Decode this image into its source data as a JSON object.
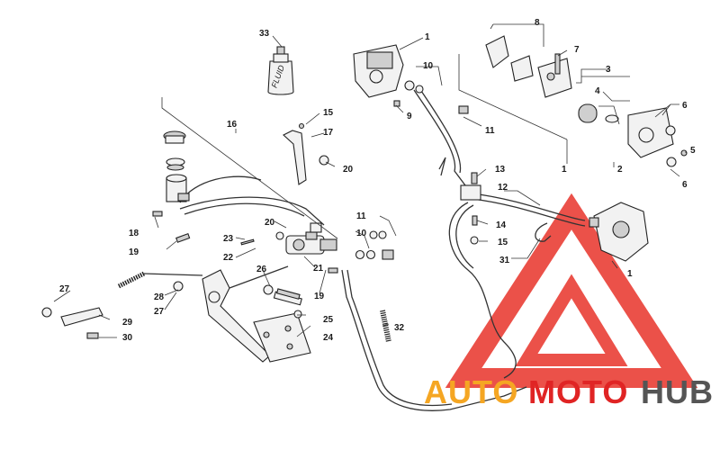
{
  "diagram": {
    "callouts": [
      {
        "id": "c33",
        "text": "33"
      },
      {
        "id": "c1a",
        "text": "1"
      },
      {
        "id": "c8",
        "text": "8"
      },
      {
        "id": "c7",
        "text": "7"
      },
      {
        "id": "c10a",
        "text": "10"
      },
      {
        "id": "c3",
        "text": "3"
      },
      {
        "id": "c4",
        "text": "4"
      },
      {
        "id": "c6a",
        "text": "6"
      },
      {
        "id": "c9",
        "text": "9"
      },
      {
        "id": "c11a",
        "text": "11"
      },
      {
        "id": "c15a",
        "text": "15"
      },
      {
        "id": "c16",
        "text": "16"
      },
      {
        "id": "c17",
        "text": "17"
      },
      {
        "id": "c5",
        "text": "5"
      },
      {
        "id": "c2",
        "text": "2"
      },
      {
        "id": "c1b",
        "text": "1"
      },
      {
        "id": "c20a",
        "text": "20"
      },
      {
        "id": "c13",
        "text": "13"
      },
      {
        "id": "c6b",
        "text": "6"
      },
      {
        "id": "c12",
        "text": "12"
      },
      {
        "id": "c18",
        "text": "18"
      },
      {
        "id": "c11b",
        "text": "11"
      },
      {
        "id": "c14",
        "text": "14"
      },
      {
        "id": "c20b",
        "text": "20"
      },
      {
        "id": "c10b",
        "text": "10"
      },
      {
        "id": "c23",
        "text": "23"
      },
      {
        "id": "c19a",
        "text": "19"
      },
      {
        "id": "c15b",
        "text": "15"
      },
      {
        "id": "c22",
        "text": "22"
      },
      {
        "id": "c31",
        "text": "31"
      },
      {
        "id": "c1c",
        "text": "1"
      },
      {
        "id": "c26",
        "text": "26"
      },
      {
        "id": "c21",
        "text": "21"
      },
      {
        "id": "c27a",
        "text": "27"
      },
      {
        "id": "c28",
        "text": "28"
      },
      {
        "id": "c19b",
        "text": "19"
      },
      {
        "id": "c27b",
        "text": "27"
      },
      {
        "id": "c25",
        "text": "25"
      },
      {
        "id": "c29",
        "text": "29"
      },
      {
        "id": "c32",
        "text": "32"
      },
      {
        "id": "c24",
        "text": "24"
      },
      {
        "id": "c30",
        "text": "30"
      }
    ],
    "bottle_label": "FLUID"
  },
  "watermark": {
    "part1": "AUTO",
    "part2": "MOTO",
    "part3": "HUB",
    "color1": "#f5a623",
    "color2": "#e02424",
    "color3": "#555555",
    "logo_color": "#e8332a"
  }
}
